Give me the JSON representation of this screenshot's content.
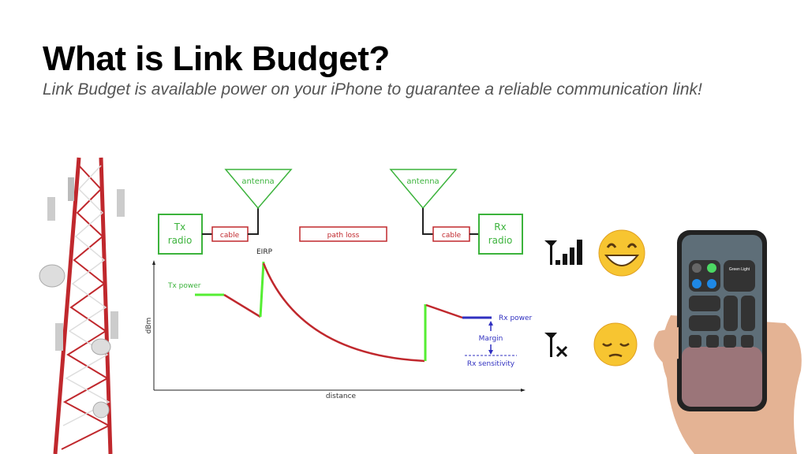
{
  "slide": {
    "title": "What is Link Budget?",
    "subtitle": "Link Budget is available power on your iPhone to guarantee a reliable communication link!"
  },
  "diagram": {
    "tx_radio": [
      "Tx",
      "radio"
    ],
    "rx_radio": [
      "Rx",
      "radio"
    ],
    "antenna_left": "antenna",
    "antenna_right": "antenna",
    "cable_left": "cable",
    "cable_right": "cable",
    "path_loss": "path loss",
    "eirp": "EIRP",
    "tx_power": "Tx power",
    "rx_power": "Rx power",
    "margin": "Margin",
    "rx_sensitivity": "Rx sensitivity",
    "x_axis_label": "distance",
    "y_axis_label": "dBm"
  },
  "colors": {
    "green": "#3cb33c",
    "red": "#c0282d",
    "bright_green": "#55ee33",
    "blue": "#3030c0"
  },
  "phone": {
    "control_center_label": "Green Light"
  }
}
